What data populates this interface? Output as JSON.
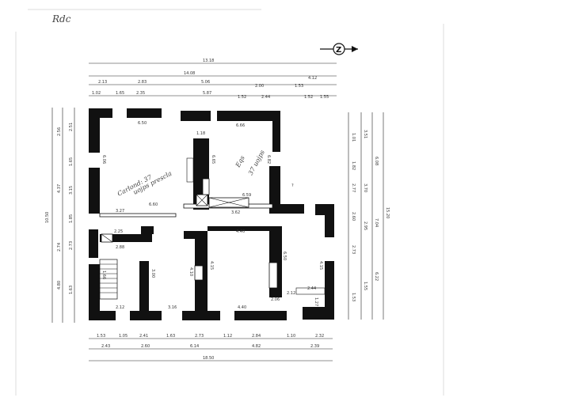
{
  "sheet": {
    "corner_label": "Rdc",
    "north_letter": "Z"
  },
  "dims_top": {
    "row1": [
      "13.18"
    ],
    "row2": [
      "14.08",
      "4.12"
    ],
    "row3": [
      "2.13",
      "2.83",
      "5.06",
      "2.00",
      "1.53"
    ],
    "row4": [
      "1.02",
      "1.65",
      "2.35",
      "5.87",
      "1.52",
      "2.44",
      "1.52",
      "1.55"
    ]
  },
  "dims_bottom": {
    "row1": [
      "1.53",
      "1.05",
      "2.41",
      "1.63",
      "2.73",
      "1.12",
      "2.84",
      "1.10",
      "2.32"
    ],
    "row2": [
      "2.43",
      "2.60",
      "6.14",
      "4.82",
      "2.39"
    ],
    "row3": [
      "18.50"
    ]
  },
  "dims_left": {
    "outer": "10.50",
    "col_a": [
      "2.56",
      "4.37",
      "2.74",
      "4.80"
    ],
    "col_b": [
      "2.51",
      "1.65",
      "3.15",
      "1.85",
      "2.73",
      "1.63"
    ]
  },
  "dims_right": {
    "outer": "15.20",
    "col_a": [
      "6.08",
      "7.04",
      "6.22"
    ],
    "col_b": [
      "3.51",
      "3.70",
      "2.95",
      "1.55"
    ],
    "col_c": [
      "1.01",
      "1.82",
      "2.77",
      "2.60",
      "2.73",
      "1.53"
    ]
  },
  "rooms": {
    "r1_width": "6.50",
    "r1_depth": "6.06",
    "r1_partition": "3.27",
    "r1_partition2": "6.60",
    "r2_width": "6.66",
    "r2_stub": "1.18",
    "r2_depth": "6.65",
    "r2_depth2": "6.82",
    "r2_bottom": "6.59",
    "r2_bottom2": "3.62",
    "r3_stub": "2.25",
    "r3_width": "2.88",
    "r3_left_h": "1.66",
    "r3_right": "3.00",
    "r3_bottom": "2.12",
    "r3_bottom2": "3.16",
    "r4_width": "4.40",
    "r4_depth": "4.15",
    "r4_depth2": "4.10",
    "r4_bottom": "4.40",
    "r5_depth": "6.50",
    "r5_small": "2.06",
    "r5_small2": "2.12",
    "r5_h": "4.15",
    "r5_bottom": "2.44",
    "r5_right": "1.27",
    "bay_mark": "?"
  },
  "handwriting": {
    "room1_line1": "Carlond: 37",
    "room1_line2": "uojps prescla",
    "room2_line1": "Eqs",
    "room2_line2": "37 uojps"
  }
}
